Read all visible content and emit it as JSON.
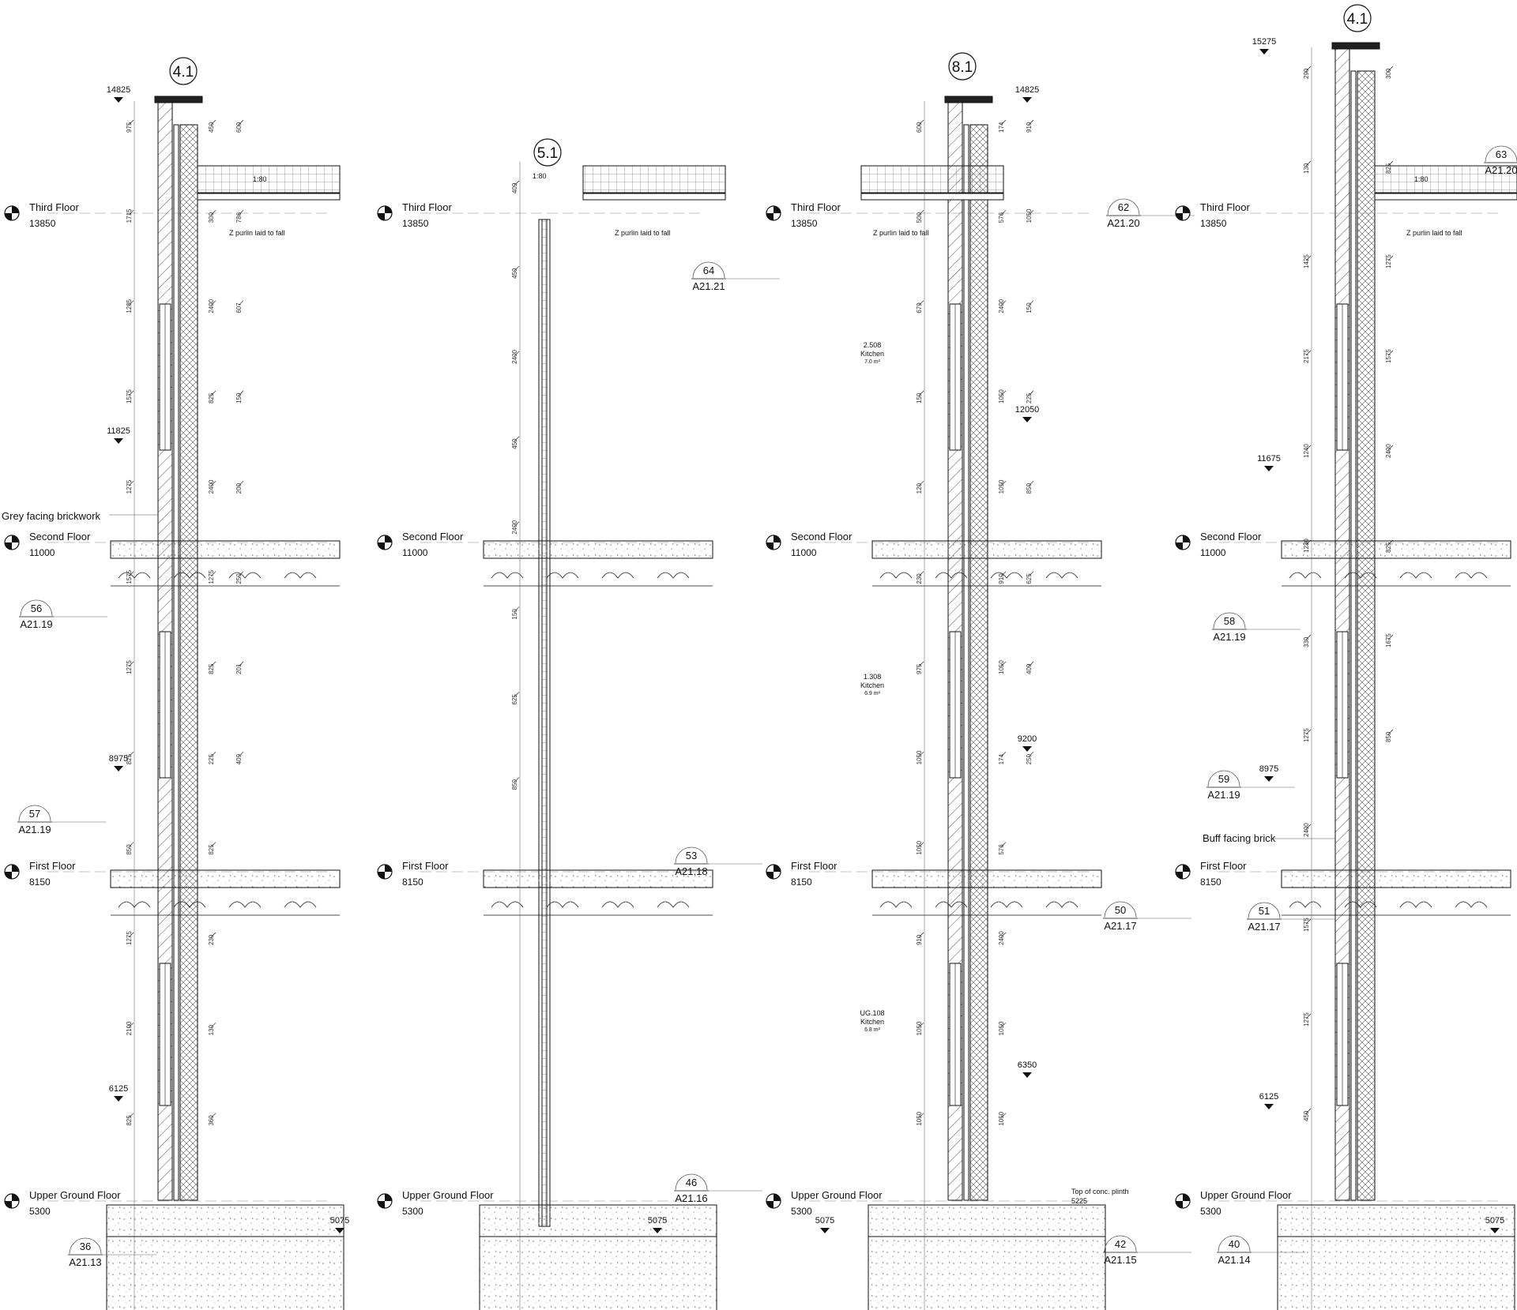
{
  "sections": [
    {
      "id": "A",
      "title_tag": "4.1",
      "levels": [
        {
          "name": "Third Floor",
          "elev": "13850"
        },
        {
          "name": "Second Floor",
          "elev": "11000"
        },
        {
          "name": "First Floor",
          "elev": "8150"
        },
        {
          "name": "Upper Ground Floor",
          "elev": "5300"
        }
      ],
      "spot_levels": [
        "14825",
        "11825",
        "8975",
        "6125",
        "5075"
      ],
      "detail_refs": [
        {
          "num": "56",
          "sheet": "A21.19"
        },
        {
          "num": "57",
          "sheet": "A21.19"
        },
        {
          "num": "36",
          "sheet": "A21.13"
        }
      ],
      "notes": [
        "Grey facing brickwork",
        "Z purlin laid to fall",
        "1:80"
      ],
      "dims": [
        "975",
        "1715",
        "1285",
        "1575",
        "1275",
        "1575",
        "1275",
        "825",
        "850",
        "1275",
        "2100",
        "825",
        "450",
        "300",
        "2400",
        "825",
        "2400",
        "1275",
        "825",
        "225",
        "825",
        "230",
        "130",
        "360",
        "600",
        "786",
        "607",
        "150",
        "200",
        "250",
        "201",
        "409"
      ]
    },
    {
      "id": "B",
      "title_tag": "5.1",
      "levels": [
        {
          "name": "Third Floor",
          "elev": "13850"
        },
        {
          "name": "Second Floor",
          "elev": "11000"
        },
        {
          "name": "First Floor",
          "elev": "8150"
        },
        {
          "name": "Upper Ground Floor",
          "elev": "5300"
        }
      ],
      "spot_levels": [
        "5075"
      ],
      "detail_refs": [
        {
          "num": "64",
          "sheet": "A21.21"
        },
        {
          "num": "53",
          "sheet": "A21.18"
        },
        {
          "num": "46",
          "sheet": "A21.16"
        }
      ],
      "notes": [
        "1:80",
        "Z purlin laid to fall"
      ],
      "dims": [
        "409",
        "450",
        "2400",
        "450",
        "2400",
        "150",
        "625",
        "850"
      ]
    },
    {
      "id": "C",
      "title_tag": "8.1",
      "levels": [
        {
          "name": "Third Floor",
          "elev": "13850"
        },
        {
          "name": "Second Floor",
          "elev": "11000"
        },
        {
          "name": "First Floor",
          "elev": "8150"
        },
        {
          "name": "Upper Ground Floor",
          "elev": "5300"
        }
      ],
      "spot_levels": [
        "14825",
        "12050",
        "9200",
        "6350",
        "5075"
      ],
      "detail_refs": [
        {
          "num": "62",
          "sheet": "A21.20"
        },
        {
          "num": "50",
          "sheet": "A21.17"
        },
        {
          "num": "42",
          "sheet": "A21.15"
        }
      ],
      "notes": [
        "Z purlin laid to fall",
        "Top of conc. plinth",
        "5225"
      ],
      "rooms": [
        {
          "code": "2.508",
          "name": "Kitchen",
          "area": "7.0 m²"
        },
        {
          "code": "1.308",
          "name": "Kitchen",
          "area": "6.9 m²"
        },
        {
          "code": "UG.108",
          "name": "Kitchen",
          "area": "6.8 m²"
        }
      ],
      "dims": [
        "600",
        "500",
        "679",
        "150",
        "120",
        "230",
        "975",
        "1050",
        "1050",
        "910",
        "1050",
        "1050",
        "174",
        "576",
        "2400",
        "1050",
        "1050",
        "910",
        "1050",
        "174",
        "576",
        "2400",
        "1050",
        "1050",
        "910",
        "1050",
        "150",
        "225",
        "850",
        "625",
        "409",
        "250"
      ]
    },
    {
      "id": "D",
      "title_tag": "4.1",
      "levels": [
        {
          "name": "Third Floor",
          "elev": "13850"
        },
        {
          "name": "Second Floor",
          "elev": "11000"
        },
        {
          "name": "First Floor",
          "elev": "8150"
        },
        {
          "name": "Upper Ground Floor",
          "elev": "5300"
        }
      ],
      "spot_levels": [
        "15275",
        "11675",
        "8975",
        "6125",
        "5075"
      ],
      "detail_refs": [
        {
          "num": "63",
          "sheet": "A21.20"
        },
        {
          "num": "58",
          "sheet": "A21.19"
        },
        {
          "num": "59",
          "sheet": "A21.19"
        },
        {
          "num": "51",
          "sheet": "A21.17"
        },
        {
          "num": "40",
          "sheet": "A21.14"
        }
      ],
      "notes": [
        "Buff facing brick",
        "1:80",
        "Z purlin laid to fall"
      ],
      "dims": [
        "290",
        "130",
        "1425",
        "2175",
        "1240",
        "1230",
        "330",
        "1275",
        "2400",
        "1575",
        "1275",
        "450",
        "300",
        "825",
        "1275",
        "1575",
        "2400",
        "825",
        "1675",
        "850"
      ]
    }
  ]
}
